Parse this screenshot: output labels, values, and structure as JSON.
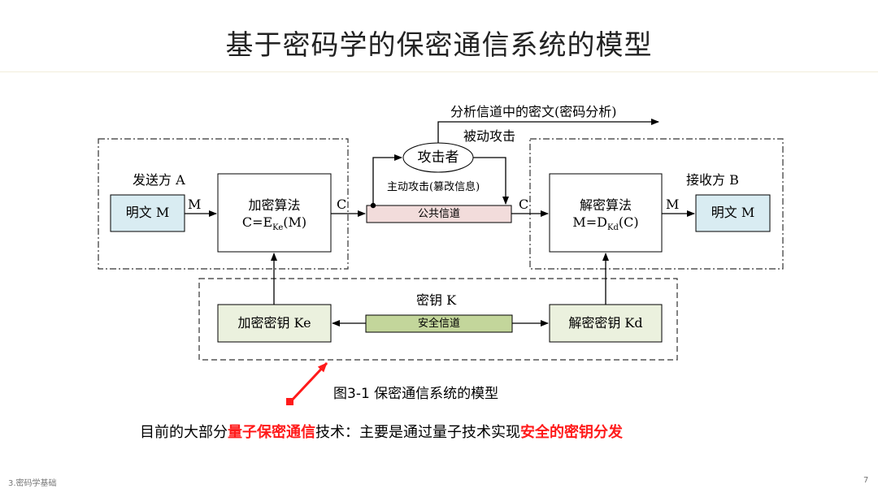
{
  "slide": {
    "title": "基于密码学的保密通信系统的模型",
    "footer_left": "3.密码学基础",
    "page_number": "7"
  },
  "diagram": {
    "sender_label": "发送方 A",
    "receiver_label": "接收方 B",
    "plaintext_left": "明文 M",
    "plaintext_right": "明文 M",
    "encrypt_title": "加密算法",
    "encrypt_formula_prefix": "C=E",
    "encrypt_formula_sub": "Ke",
    "encrypt_formula_suffix": "(M)",
    "decrypt_title": "解密算法",
    "decrypt_formula_prefix": "M=D",
    "decrypt_formula_sub": "Kd",
    "decrypt_formula_suffix": "(C)",
    "arrow_m_left": "M",
    "arrow_c_left": "C",
    "arrow_c_right": "C",
    "arrow_m_right": "M",
    "public_channel": "公共信道",
    "attacker": "攻击者",
    "active_attack": "主动攻击(篡改信息)",
    "analysis_text": "分析信道中的密文(密码分析)",
    "passive_attack": "被动攻击",
    "key_label": "密钥 K",
    "enc_key": "加密密钥 Ke",
    "dec_key": "解密密钥 Kd",
    "secure_channel": "安全信道",
    "colors": {
      "plaintext_fill": "#d9ecf2",
      "public_channel_fill": "#f2dcdb",
      "key_fill": "#ebf1de",
      "secure_channel_fill": "#c3d69b",
      "highlight_red": "#ff1a1a"
    }
  },
  "caption": "图3-1 保密通信系统的模型",
  "summary": {
    "part1": "目前的大部分",
    "highlight1": "量子保密通信",
    "part2": "技术：主要是通过量子技术实现",
    "highlight2": "安全的密钥分发"
  }
}
